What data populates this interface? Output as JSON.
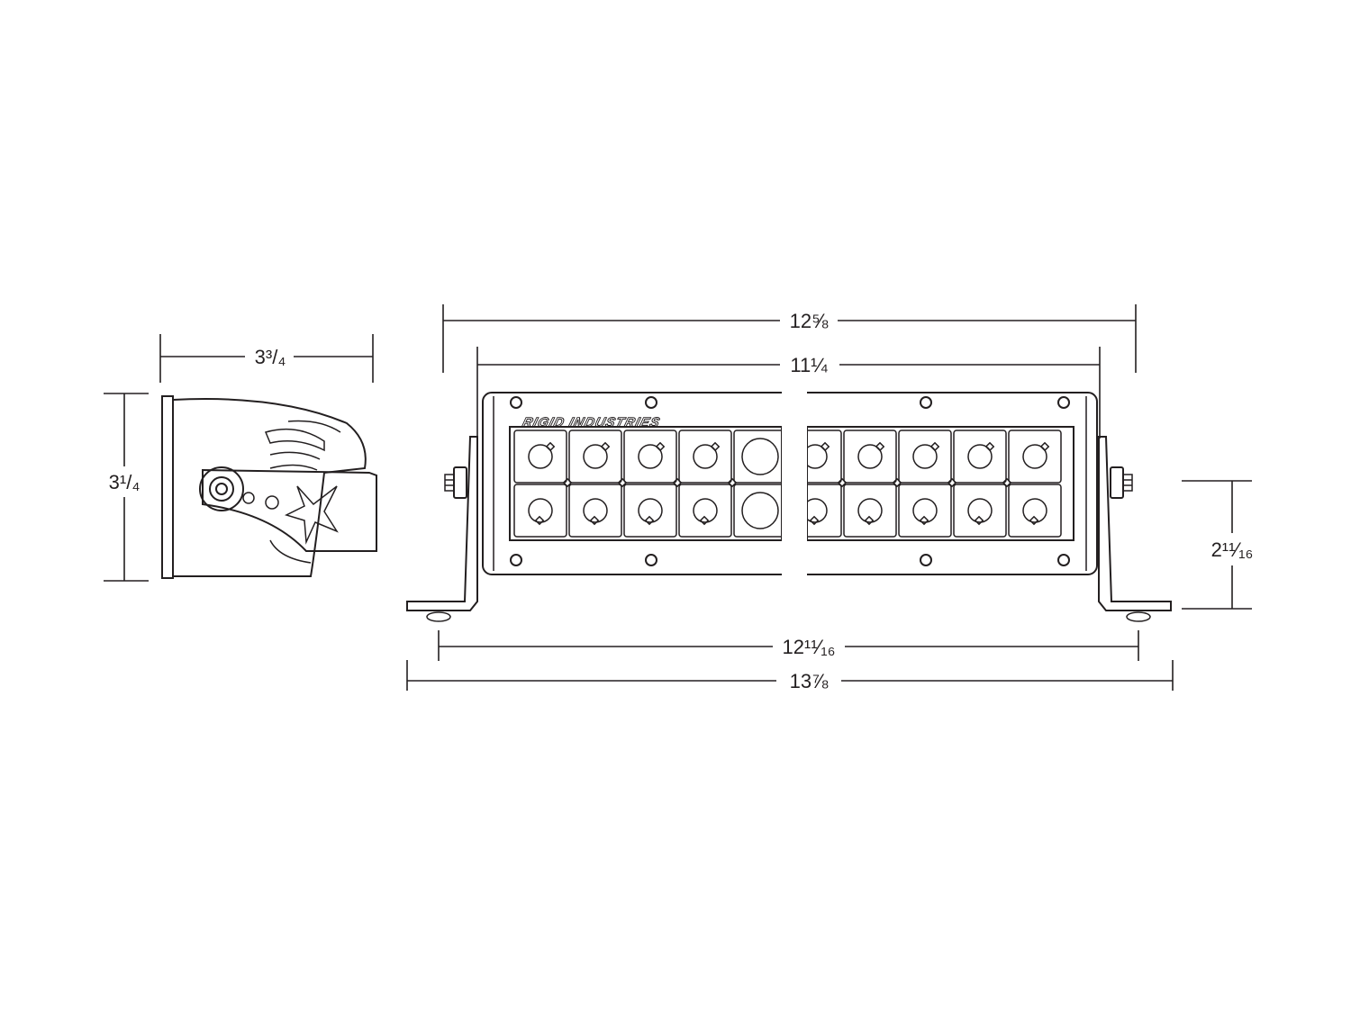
{
  "diagram": {
    "brand_label": "RIGID INDUSTRIES",
    "dimensions": {
      "side_width": "3³/₄",
      "side_height": "3¹/₄",
      "overall_housing_width": "12⅝",
      "face_width": "11¼",
      "mount_height": "2¹¹⁄₁₆",
      "mount_hole_spacing": "12¹¹⁄₁₆",
      "overall_bracket_width": "13⅞"
    },
    "led_rows": 2,
    "led_columns": 10,
    "line_color": "#231f20"
  }
}
